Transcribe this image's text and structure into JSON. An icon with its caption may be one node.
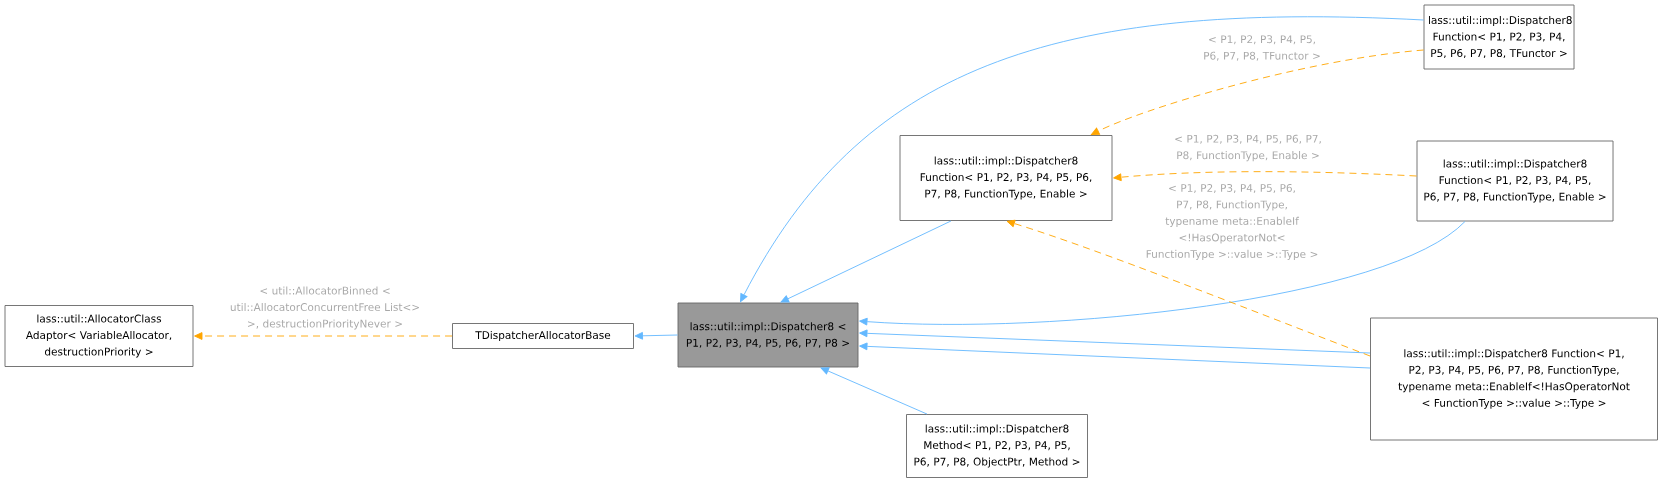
{
  "diagram": {
    "nodes": [
      {
        "text": [
          "lass::util::AllocatorClass Adaptor< VariableAllocator, destructionPriority >"
        ]
      },
      {
        "text": [
          "TDispatcherAllocatorBase"
        ]
      },
      {
        "text": [
          "lass::util::impl::Dispatcher8 < P1, P2, P3, P4, P5, P6, P7, P8 >"
        ]
      },
      {
        "text": [
          "lass::util::impl::Dispatcher8 Function< P1, P2, P3, P4, P5, P6, P7, P8, FunctionType, Enable >"
        ]
      },
      {
        "text": [
          "lass::util::impl::Dispatcher8 Function< P1, P2, P3, P4, P5, P6, P7, P8, TFunctor >"
        ]
      },
      {
        "text": [
          "lass::util::impl::Dispatcher8 Function< P1, P2, P3, P4, P5, P6, P7, P8, FunctionType, Enable >"
        ]
      },
      {
        "text": [
          "lass::util::impl::Dispatcher8 Function< P1, P2, P3, P4, P5, P6, P7, P8, FunctionType, typename meta::EnableIf<!HasOperatorNot < FunctionType >::value >::Type >"
        ]
      },
      {
        "text": [
          "lass::util::impl::Dispatcher8 Method< P1, P2, P3, P4, P5, P6, P7, P8, ObjectPtr, Method >"
        ]
      }
    ],
    "edges": [
      {
        "from": 1,
        "to": 0,
        "arrow": "to",
        "style": "dashed",
        "color": "#ffa500",
        "label": "< util::AllocatorBinned < util::AllocatorConcurrentFree List<> >, destructionPriorityNever >"
      },
      {
        "from": 2,
        "to": 1,
        "arrow": "to"
      },
      {
        "from": 3,
        "to": 2,
        "arrow": "to"
      },
      {
        "from": 4,
        "to": 2,
        "arrow": "to"
      },
      {
        "from": 5,
        "to": 2,
        "arrow": "to"
      },
      {
        "from": 6,
        "to": 2,
        "arrow": "to"
      },
      {
        "from": 6,
        "to": 2,
        "arrow": "to"
      },
      {
        "from": 7,
        "to": 2,
        "arrow": "to"
      },
      {
        "from": 4,
        "to": 3,
        "arrow": "to",
        "style": "dashed",
        "color": "#ffa500",
        "label": "< P1, P2, P3, P4, P5, P6, P7, P8, TFunctor >"
      },
      {
        "from": 5,
        "to": 3,
        "arrow": "to",
        "style": "dashed",
        "color": "#ffa500",
        "label": "< P1, P2, P3, P4, P5, P6, P7, P8, FunctionType, Enable >"
      },
      {
        "from": 6,
        "to": 3,
        "arrow": "to",
        "style": "dashed",
        "color": "#ffa500",
        "label": "< P1, P2, P3, P4, P5, P6, P7, P8, FunctionType, typename meta::EnableIf <!HasOperatorNot< FunctionType >::value >::Type >"
      }
    ]
  }
}
